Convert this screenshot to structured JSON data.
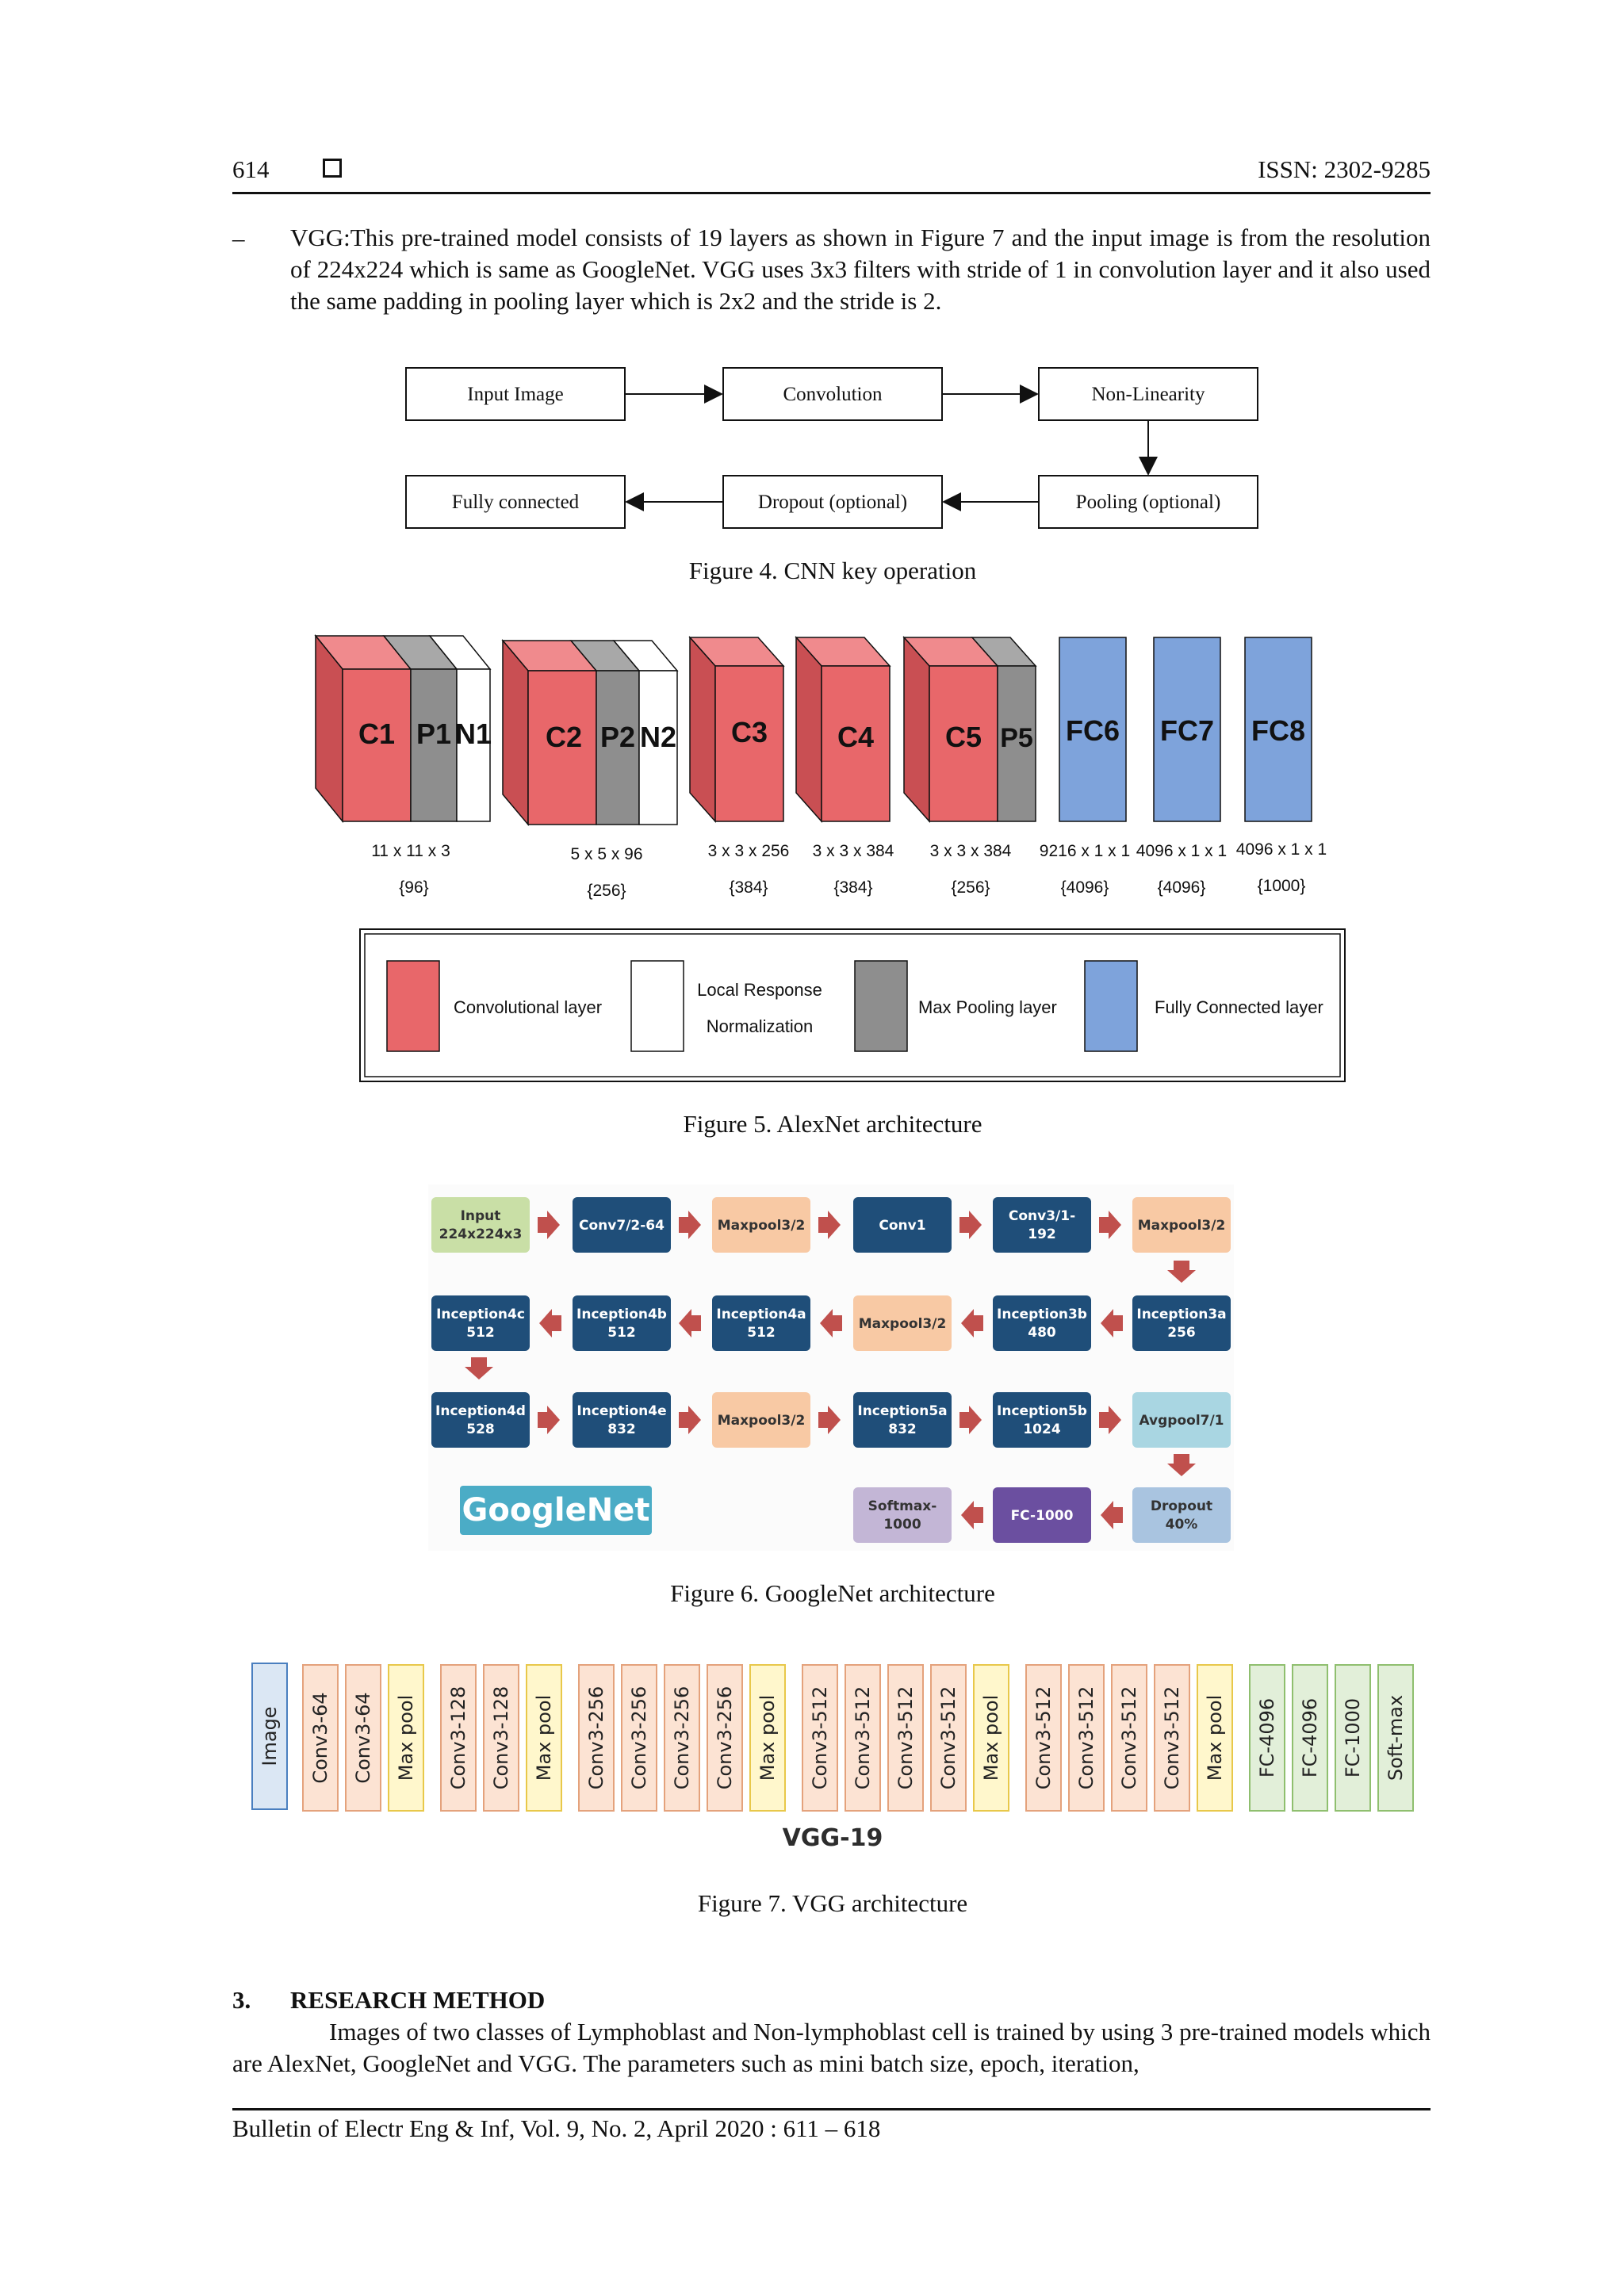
{
  "header": {
    "page_number": "614",
    "issn": "ISSN: 2302-9285"
  },
  "bullet_vgg": {
    "dash": "–",
    "text": "VGG:This pre-trained model consists of 19 layers as shown in Figure 7 and the input image is from the resolution of 224x224 which is same as GoogleNet. VGG uses 3x3 filters with stride of 1 in convolution layer and it also used the same padding in pooling layer which is 2x2 and the stride is 2."
  },
  "figure4": {
    "caption": "Figure 4. CNN key operation",
    "boxes": {
      "input_image": "Input Image",
      "convolution": "Convolution",
      "non_linearity": "Non-Linearity",
      "fully_connected": "Fully connected",
      "dropout": "Dropout (optional)",
      "pooling": "Pooling (optional)"
    }
  },
  "figure5": {
    "caption": "Figure 5. AlexNet architecture",
    "colors": {
      "conv": "#e8676a",
      "conv_side": "#c94f53",
      "pool": "#8e8e8e",
      "pool_side": "#6f6f6f",
      "fc": "#7ea3db",
      "norm": "#ffffff"
    },
    "layers": {
      "c1": "C1",
      "p1": "P1",
      "n1": "N1",
      "c2": "C2",
      "p2": "P2",
      "n2": "N2",
      "c3": "C3",
      "c4": "C4",
      "c5": "C5",
      "p5": "P5",
      "fc6": "FC6",
      "fc7": "FC7",
      "fc8": "FC8"
    },
    "dims": {
      "d1": "11 x 11 x 3",
      "d1b": "{96}",
      "d2": "5 x 5 x 96",
      "d2b": "{256}",
      "d3": "3 x 3 x 256",
      "d3b": "{384}",
      "d4": "3 x 3 x 384",
      "d4b": "{384}",
      "d5": "3 x 3 x 384",
      "d5b": "{256}",
      "d6": "9216 x 1 x 1",
      "d6b": "{4096}",
      "d7": "4096 x 1 x 1",
      "d7b": "{4096}",
      "d8": "4096 x 1 x 1",
      "d8b": "{1000}"
    },
    "legend": {
      "conv": "Convolutional layer",
      "lrn_1": "Local Response",
      "lrn_2": "Normalization",
      "pool": "Max Pooling layer",
      "fc": "Fully Connected layer"
    }
  },
  "figure6": {
    "caption": "Figure 6. GoogleNet architecture",
    "brand": "GoogleNet",
    "colors": {
      "input": "#c9dfa6",
      "dark": "#1f4e79",
      "pool": "#f8c9a4",
      "avg": "#a9d6e2",
      "dropout": "#a9c4e0",
      "fc": "#6b4fa0",
      "softmax": "#c3b6d6",
      "arrow": "#c0504d",
      "brand_bg": "#4bacc6"
    },
    "row1": {
      "input_1": "Input",
      "input_2": "224x224x3",
      "conv7": "Conv7/2-64",
      "maxpool_a": "Maxpool3/2",
      "conv1": "Conv1",
      "conv3_1": "Conv3/1-",
      "conv3_2": "192",
      "maxpool_b": "Maxpool3/2"
    },
    "row2": {
      "inc4c_1": "Inception4c",
      "inc4c_2": "512",
      "inc4b_1": "Inception4b",
      "inc4b_2": "512",
      "inc4a_1": "Inception4a",
      "inc4a_2": "512",
      "maxpool": "Maxpool3/2",
      "inc3b_1": "Inception3b",
      "inc3b_2": "480",
      "inc3a_1": "Inception3a",
      "inc3a_2": "256"
    },
    "row3": {
      "inc4d_1": "Inception4d",
      "inc4d_2": "528",
      "inc4e_1": "Inception4e",
      "inc4e_2": "832",
      "maxpool": "Maxpool3/2",
      "inc5a_1": "Inception5a",
      "inc5a_2": "832",
      "inc5b_1": "Inception5b",
      "inc5b_2": "1024",
      "avgpool": "Avgpool7/1"
    },
    "row4": {
      "softmax_1": "Softmax-",
      "softmax_2": "1000",
      "fc": "FC-1000",
      "dropout_1": "Dropout",
      "dropout_2": "40%"
    }
  },
  "figure7": {
    "caption": "Figure 7. VGG architecture",
    "title": "VGG-19",
    "colors": {
      "image": "#dbe7f4",
      "image_border": "#4a7fbf",
      "conv": "#fce3d3",
      "conv_border": "#e4a27c",
      "pool": "#fff7cc",
      "pool_border": "#e8c84a",
      "fc": "#e2efd9",
      "fc_border": "#8fbf6f"
    },
    "blocks": [
      "Image",
      "Conv3-64",
      "Conv3-64",
      "Max pool",
      "Conv3-128",
      "Conv3-128",
      "Max pool",
      "Conv3-256",
      "Conv3-256",
      "Conv3-256",
      "Conv3-256",
      "Max pool",
      "Conv3-512",
      "Conv3-512",
      "Conv3-512",
      "Conv3-512",
      "Max pool",
      "Conv3-512",
      "Conv3-512",
      "Conv3-512",
      "Conv3-512",
      "Max pool",
      "FC-4096",
      "FC-4096",
      "FC-1000",
      "Soft-max"
    ]
  },
  "section3": {
    "number": "3.",
    "title": "RESEARCH METHOD",
    "text": "Images of two classes of Lymphoblast and Non-lymphoblast cell is trained by using 3 pre-trained models which are AlexNet, GoogleNet and VGG. The parameters such as mini batch size, epoch, iteration,"
  },
  "footer": {
    "text": "Bulletin of Electr Eng & Inf, Vol. 9, No. 2, April 2020 :  611 – 618"
  }
}
